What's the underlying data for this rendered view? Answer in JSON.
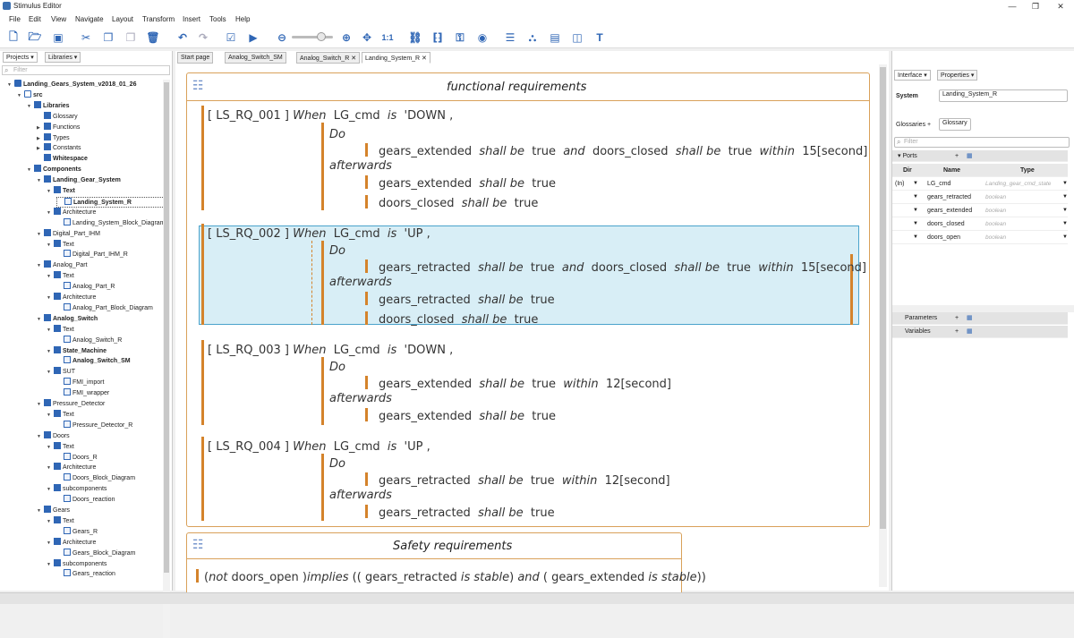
{
  "window": {
    "title": "Stimulus Editor",
    "minimize": "—",
    "maximize": "❐",
    "close": "✕"
  },
  "menu": [
    "File",
    "Edit",
    "View",
    "Navigate",
    "Layout",
    "Transform",
    "Insert",
    "Tools",
    "Help"
  ],
  "toolbar": {
    "zoom_label": "1:1"
  },
  "left_panel": {
    "tabs": [
      "Projects",
      "Libraries"
    ],
    "filter_placeholder": "Filter",
    "tree": [
      {
        "label": "Landing_Gears_System_v2018_01_26",
        "level": 0,
        "icon": "proj",
        "bold": true,
        "open": true
      },
      {
        "label": "src",
        "level": 1,
        "icon": "folder",
        "bold": true,
        "open": true
      },
      {
        "label": "Libraries",
        "level": 2,
        "icon": "grid",
        "bold": true,
        "open": true
      },
      {
        "label": "Glossary",
        "level": 3,
        "icon": "book"
      },
      {
        "label": "Functions",
        "level": 3,
        "icon": "grid",
        "closed": true
      },
      {
        "label": "Types",
        "level": 3,
        "icon": "grid",
        "closed": true
      },
      {
        "label": "Constants",
        "level": 3,
        "icon": "grid",
        "closed": true
      },
      {
        "label": "Whitespace",
        "level": 3,
        "icon": "grid",
        "bold": true
      },
      {
        "label": "Components",
        "level": 2,
        "icon": "grid",
        "bold": true,
        "open": true
      },
      {
        "label": "Landing_Gear_System",
        "level": 3,
        "icon": "grid",
        "bold": true,
        "open": true
      },
      {
        "label": "Text",
        "level": 4,
        "icon": "grid",
        "bold": true,
        "open": true
      },
      {
        "label": "Landing_System_R",
        "level": 5,
        "icon": "file",
        "bold": true,
        "selected": true
      },
      {
        "label": "Architecture",
        "level": 4,
        "icon": "grid",
        "open": true
      },
      {
        "label": "Landing_System_Block_Diagram",
        "level": 5,
        "icon": "file"
      },
      {
        "label": "Digital_Part_IHM",
        "level": 3,
        "icon": "grid",
        "open": true
      },
      {
        "label": "Text",
        "level": 4,
        "icon": "grid",
        "open": true
      },
      {
        "label": "Digital_Part_IHM_R",
        "level": 5,
        "icon": "file"
      },
      {
        "label": "Analog_Part",
        "level": 3,
        "icon": "grid",
        "open": true
      },
      {
        "label": "Text",
        "level": 4,
        "icon": "grid",
        "open": true
      },
      {
        "label": "Analog_Part_R",
        "level": 5,
        "icon": "file"
      },
      {
        "label": "Architecture",
        "level": 4,
        "icon": "grid",
        "open": true
      },
      {
        "label": "Analog_Part_Block_Diagram",
        "level": 5,
        "icon": "file"
      },
      {
        "label": "Analog_Switch",
        "level": 3,
        "icon": "grid",
        "bold": true,
        "open": true
      },
      {
        "label": "Text",
        "level": 4,
        "icon": "grid",
        "open": true
      },
      {
        "label": "Analog_Switch_R",
        "level": 5,
        "icon": "file"
      },
      {
        "label": "State_Machine",
        "level": 4,
        "icon": "grid",
        "bold": true,
        "open": true
      },
      {
        "label": "Analog_Switch_SM",
        "level": 5,
        "icon": "file",
        "bold": true
      },
      {
        "label": "SUT",
        "level": 4,
        "icon": "grid",
        "open": true
      },
      {
        "label": "FMI_import",
        "level": 5,
        "icon": "file"
      },
      {
        "label": "FMI_wrapper",
        "level": 5,
        "icon": "file"
      },
      {
        "label": "Pressure_Detector",
        "level": 3,
        "icon": "grid",
        "open": true
      },
      {
        "label": "Text",
        "level": 4,
        "icon": "grid",
        "open": true
      },
      {
        "label": "Pressure_Detector_R",
        "level": 5,
        "icon": "file"
      },
      {
        "label": "Doors",
        "level": 3,
        "icon": "grid",
        "open": true
      },
      {
        "label": "Text",
        "level": 4,
        "icon": "grid",
        "open": true
      },
      {
        "label": "Doors_R",
        "level": 5,
        "icon": "file"
      },
      {
        "label": "Architecture",
        "level": 4,
        "icon": "grid",
        "open": true
      },
      {
        "label": "Doors_Block_Diagram",
        "level": 5,
        "icon": "file"
      },
      {
        "label": "subcomponents",
        "level": 4,
        "icon": "grid",
        "open": true
      },
      {
        "label": "Doors_reaction",
        "level": 5,
        "icon": "file"
      },
      {
        "label": "Gears",
        "level": 3,
        "icon": "grid",
        "open": true
      },
      {
        "label": "Text",
        "level": 4,
        "icon": "grid",
        "open": true
      },
      {
        "label": "Gears_R",
        "level": 5,
        "icon": "file"
      },
      {
        "label": "Architecture",
        "level": 4,
        "icon": "grid",
        "open": true
      },
      {
        "label": "Gears_Block_Diagram",
        "level": 5,
        "icon": "file"
      },
      {
        "label": "subcomponents",
        "level": 4,
        "icon": "grid",
        "open": true
      },
      {
        "label": "Gears_reaction",
        "level": 5,
        "icon": "file"
      }
    ]
  },
  "editor": {
    "tabs": [
      "Start page",
      "Analog_Switch_SM",
      "Analog_Switch_R",
      "Landing_System_R"
    ],
    "active_tab": 3,
    "functional_title": "functional requirements",
    "safety_title": "Safety requirements",
    "safety_line": {
      "open": "(",
      "not": "not",
      "doors_open": "doors_open",
      "close1": ")",
      "implies": "implies",
      "paren": "((",
      "gr": "gears_retracted",
      "is_stable": "is stable",
      "and": "and",
      "ge": "gears_extended"
    }
  },
  "right_panel": {
    "tabs": [
      "Interface",
      "Properties"
    ],
    "system_label": "System",
    "system_value": "Landing_System_R",
    "glossaries_label": "Glossaries",
    "glossary_value": "Glossary",
    "filter_placeholder": "Filter",
    "ports_label": "Ports",
    "columns": [
      "Dir",
      "Name",
      "Type"
    ],
    "ports": [
      {
        "dir": "(In)",
        "name": "LG_cmd",
        "type": "Landing_gear_cmd_state"
      },
      {
        "dir": "",
        "name": "gears_retracted",
        "type": "boolean"
      },
      {
        "dir": "",
        "name": "gears_extended",
        "type": "boolean"
      },
      {
        "dir": "",
        "name": "doors_closed",
        "type": "boolean"
      },
      {
        "dir": "",
        "name": "doors_open",
        "type": "boolean"
      }
    ],
    "parameters_label": "Parameters",
    "variables_label": "Variables"
  }
}
